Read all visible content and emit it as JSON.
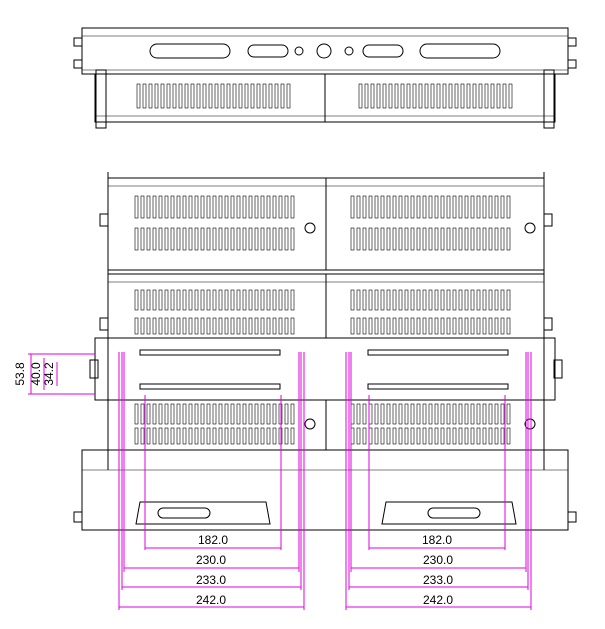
{
  "dimensions_bottom": [
    {
      "label": "182.0"
    },
    {
      "label": "230.0"
    },
    {
      "label": "233.0"
    },
    {
      "label": "242.0"
    }
  ],
  "dimensions_left": [
    {
      "label": "53.8"
    },
    {
      "label": "40.0"
    },
    {
      "label": "34.2"
    }
  ],
  "colors": {
    "dimension": "#e000e0",
    "lines": "#000000",
    "background": "#ffffff"
  }
}
